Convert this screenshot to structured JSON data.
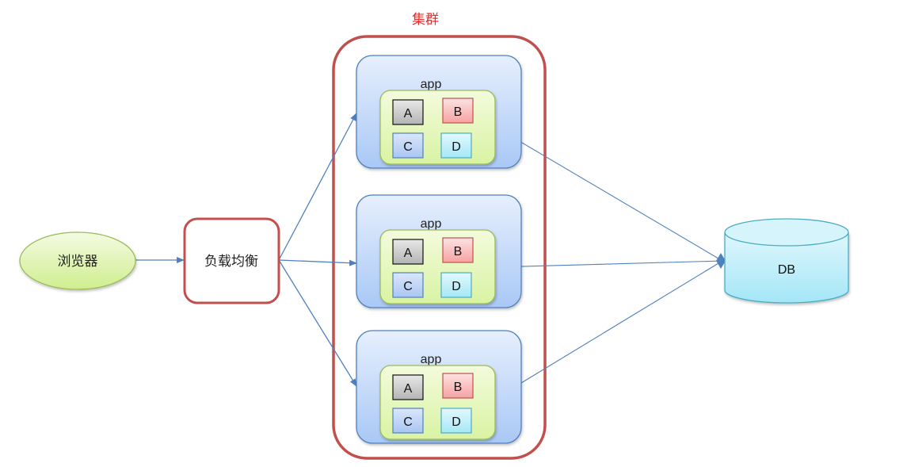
{
  "diagram": {
    "cluster_label": "集群",
    "browser_label": "浏览器",
    "load_balancer_label": "负载均衡",
    "db_label": "DB",
    "apps": [
      {
        "label": "app",
        "modules": [
          "A",
          "B",
          "C",
          "D"
        ]
      },
      {
        "label": "app",
        "modules": [
          "A",
          "B",
          "C",
          "D"
        ]
      },
      {
        "label": "app",
        "modules": [
          "A",
          "B",
          "C",
          "D"
        ]
      }
    ],
    "edges": [
      {
        "from": "browser",
        "to": "load-balancer"
      },
      {
        "from": "load-balancer",
        "to": "app-1"
      },
      {
        "from": "load-balancer",
        "to": "app-2"
      },
      {
        "from": "load-balancer",
        "to": "app-3"
      },
      {
        "from": "app-1",
        "to": "db"
      },
      {
        "from": "app-2",
        "to": "db"
      },
      {
        "from": "app-3",
        "to": "db"
      }
    ],
    "colors": {
      "cluster_border": "#c0504d",
      "cluster_label": "#e03030",
      "connector": "#4f81bd",
      "app_border": "#4f81bd",
      "module_group_border": "#9bbb59",
      "browser_border": "#9bbb59",
      "db_border": "#4bacc6"
    }
  }
}
